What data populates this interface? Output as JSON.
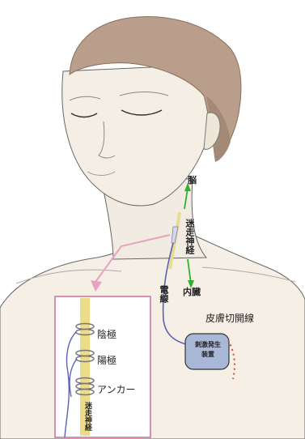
{
  "labels": {
    "brain": "脳",
    "vagus_nerve": "迷走神経",
    "electrode_wire": "電線",
    "viscera": "内臓",
    "skin_incision_line": "皮膚切開線",
    "generator": "刺激発生装置",
    "cathode": "陰極",
    "anode": "陽極",
    "anchor": "アンカー",
    "vagus_nerve_inset": "迷走神経"
  },
  "colors": {
    "skin": "#f3ede3",
    "hair": "#b59a86",
    "outline": "#5a5a5a",
    "nerve": "#ecdc8a",
    "pink": "#e7a3bf",
    "green_arrow": "#2fb12f",
    "wire": "#5b61b8",
    "incision": "#e0442f",
    "device": "#aab8d8"
  }
}
